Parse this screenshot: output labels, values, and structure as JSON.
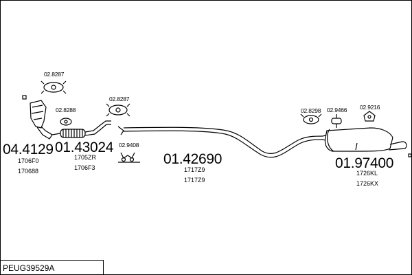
{
  "parts": {
    "cat": {
      "number": "04.4129",
      "codes": [
        "1706F0",
        "170688"
      ]
    },
    "front": {
      "number": "01.43024",
      "codes": [
        "1705ZR",
        "1706F3"
      ]
    },
    "middle": {
      "number": "01.42690",
      "codes": [
        "1717Z9",
        "1717Z9"
      ]
    },
    "rear": {
      "number": "01.97400",
      "codes": [
        "1726KL",
        "1726KX"
      ]
    }
  },
  "fittings": {
    "clamp_cat": "02.8287",
    "gasket": "02.8288",
    "clamp_front": "02.8287",
    "mount_front": "02.9408",
    "clamp_rear": "02.8298",
    "mount_rear_a": "02.9466",
    "mount_rear_b": "02.9216"
  },
  "reference": "PEUG39529A"
}
